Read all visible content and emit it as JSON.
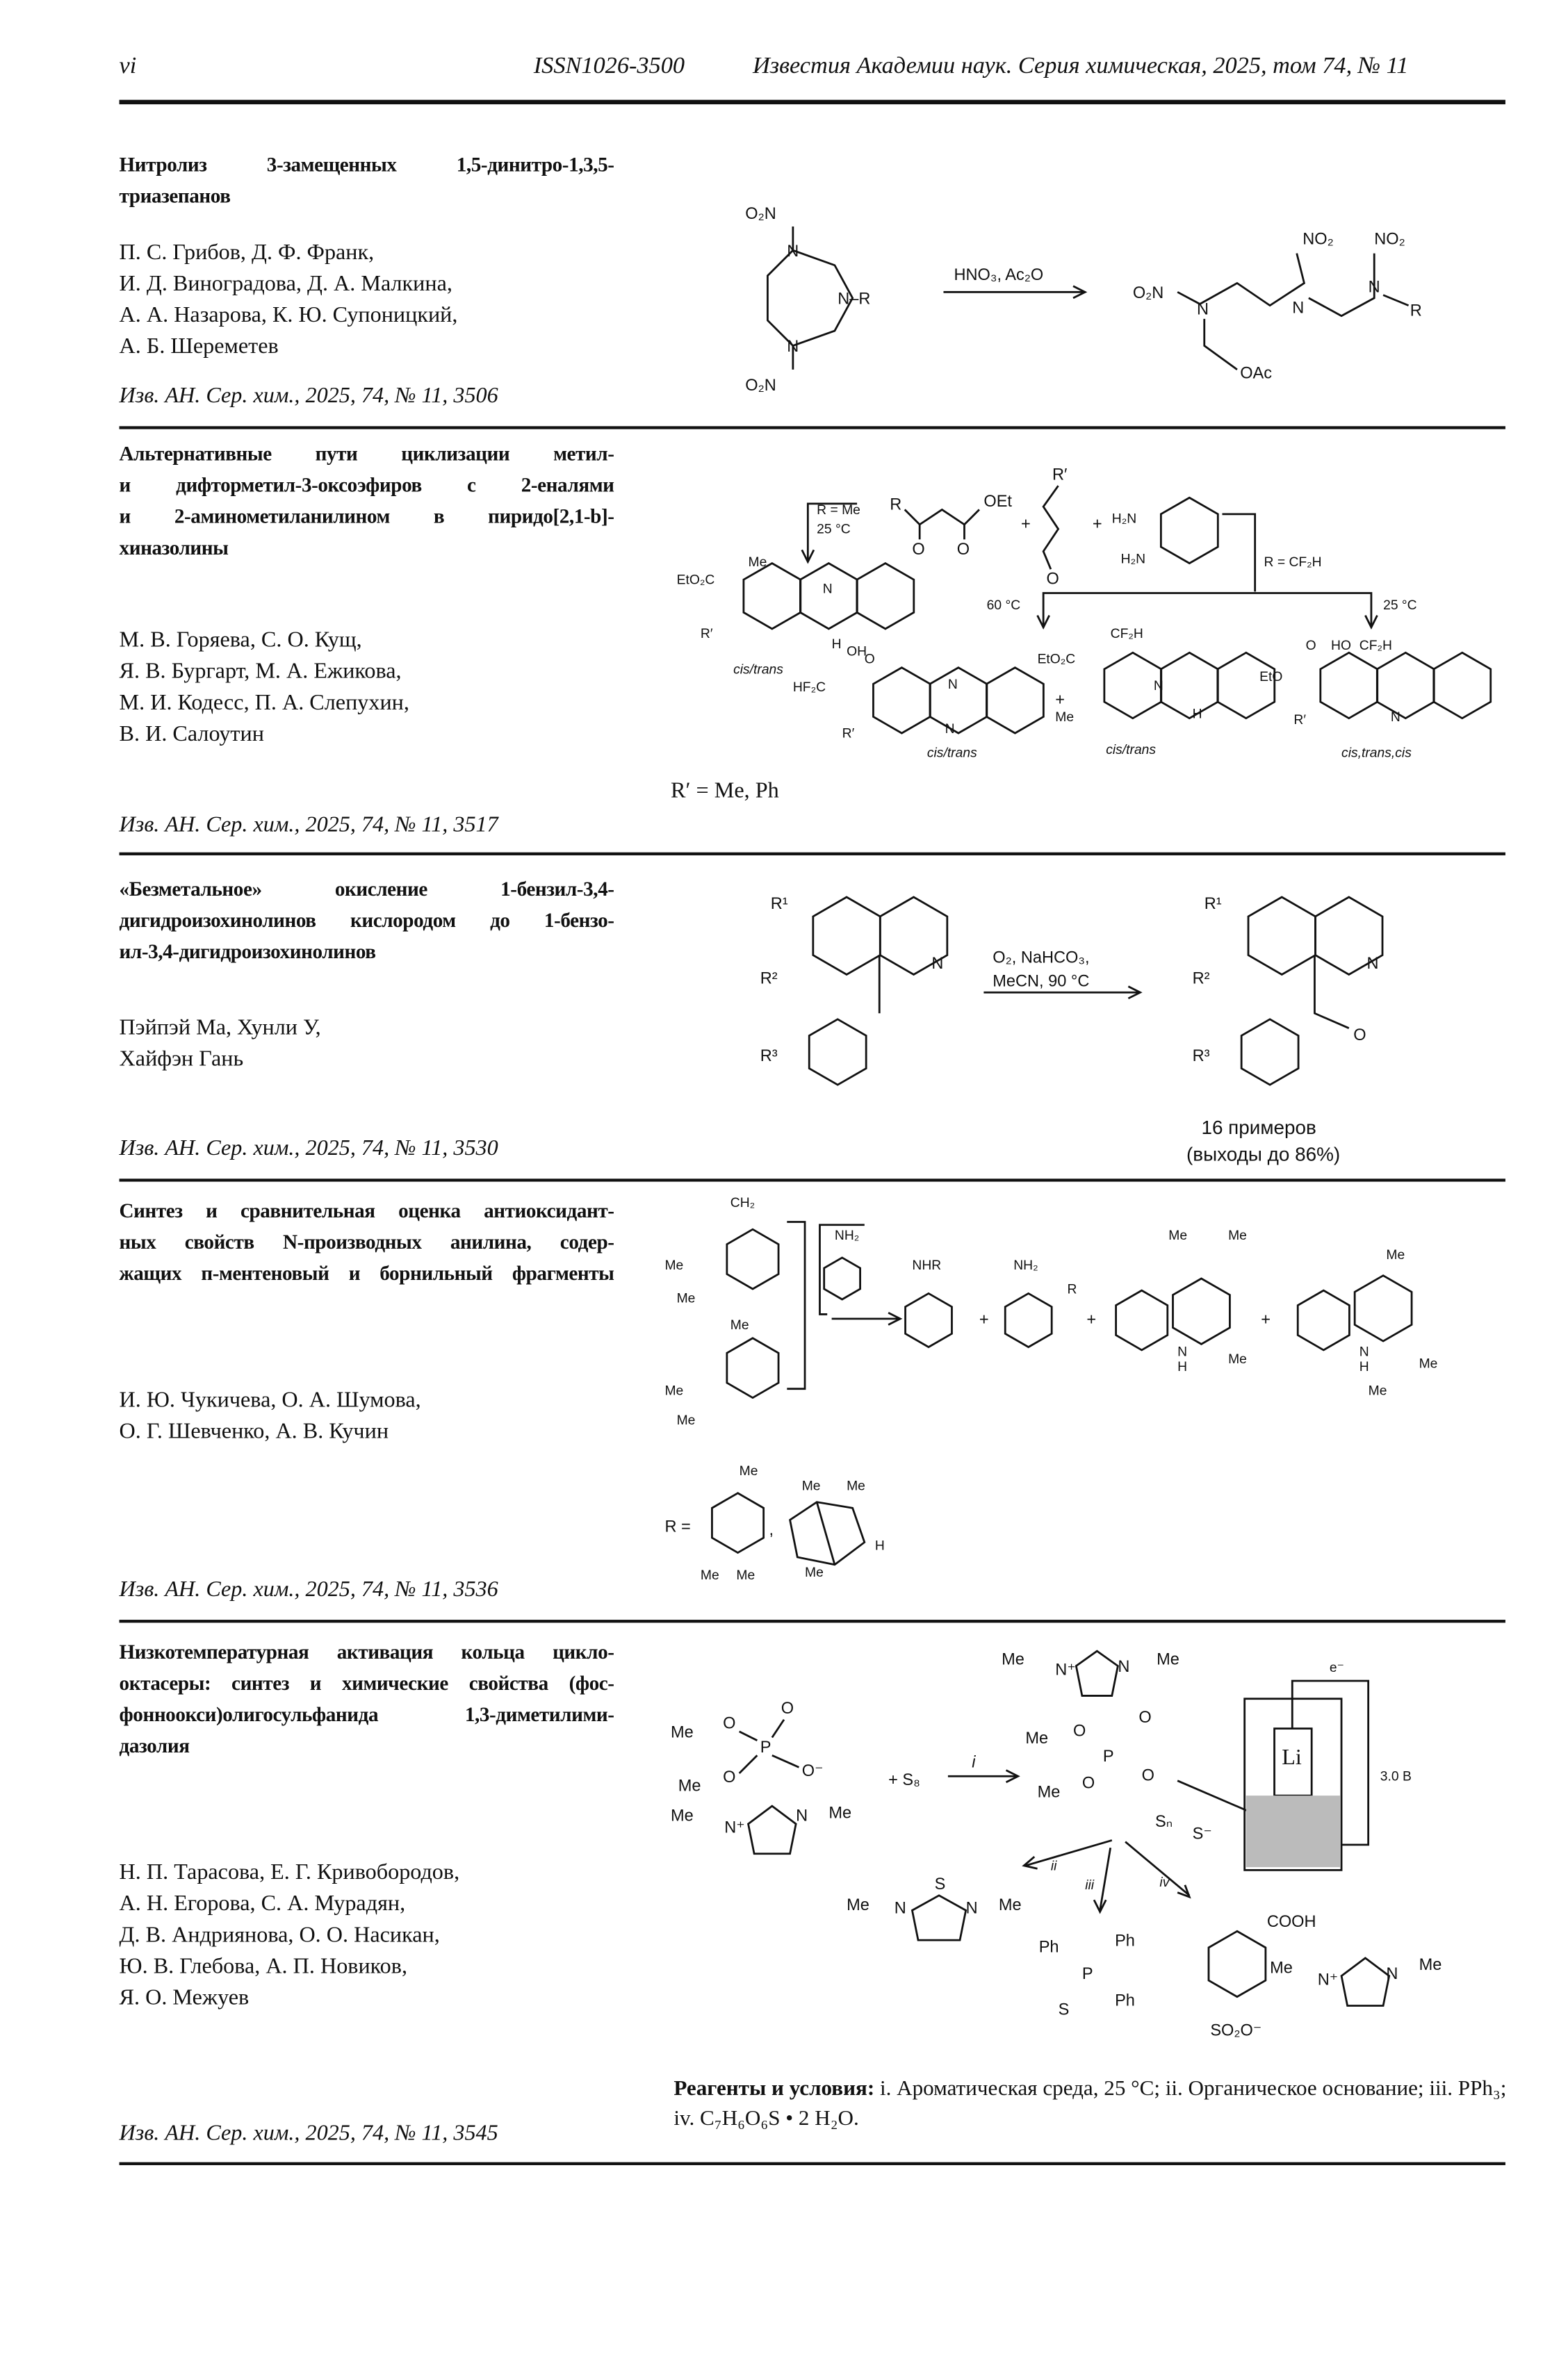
{
  "header": {
    "page": "vi",
    "issn": "ISSN1026-3500",
    "journal": "Известия Академии наук. Серия химическая, 2025, том 74, № 11"
  },
  "entries": [
    {
      "title_lines": [
        "Нитролиз 3-замещенных 1,5-динитро-1,3,5-",
        "триазепанов"
      ],
      "authors": [
        "П. С. Грибов, Д. Ф. Франк,",
        "И. Д. Виноградова, Д. А. Малкина,",
        "А. А. Назарова, К. Ю. Супоницкий,",
        "А. Б. Шереметев"
      ],
      "citation": "Изв. АН. Сер. хим., 2025, 74, № 11, 3506",
      "scheme": {
        "o2n": "O₂N",
        "n": "N",
        "nr": "N–R",
        "reagent": "HNO₃, Ac₂O",
        "no2": "NO₂",
        "r": "R",
        "oac": "OAc"
      }
    },
    {
      "title_lines": [
        "Альтернативные пути циклизации метил-",
        "и дифторметил-3-оксоэфиров с 2-еналями",
        "и 2-аминометиланилином в пиридо[2,1-b]-",
        "хиназолины"
      ],
      "authors": [
        "М. В. Горяева, С. О. Кущ,",
        "Я. В. Бургарт, М. А. Ежикова,",
        "М. И. Кодесс, П. А. Слепухин,",
        "В. И. Салоутин"
      ],
      "citation": "Изв. АН. Сер. хим., 2025, 74, № 11, 3517",
      "footnote": "R′ = Me, Ph",
      "scheme": {
        "r_me": "R = Me",
        "t25": "25 °C",
        "r": "R",
        "oet": "OEt",
        "o": "O",
        "plus": "+",
        "rp": "R′",
        "h2n": "H₂N",
        "r_cf2h": "R = CF₂H",
        "t60": "60 °C",
        "me": "Me",
        "eto2c": "EtO₂C",
        "n": "N",
        "h": "H",
        "cistrans": "cis/trans",
        "oh": "OH",
        "hf2c": "HF₂C",
        "cf2h": "CF₂H",
        "ho": "HO",
        "eto": "EtO",
        "cistranscis": "cis,trans,cis"
      }
    },
    {
      "title_lines": [
        "«Безметальное» окисление 1-бензил-3,4-",
        "дигидроизохинолинов кислородом до 1-бензо-",
        "ил-3,4-дигидроизохинолинов"
      ],
      "authors": [
        "Пэйпэй Ма, Хунли У,",
        "Хайфэн Гань"
      ],
      "citation": "Изв. АН. Сер. хим., 2025, 74, № 11, 3530",
      "scheme": {
        "r1": "R¹",
        "r2": "R²",
        "r3": "R³",
        "n": "N",
        "o": "O",
        "cond1": "O₂, NaHCO₃,",
        "cond2": "MeCN, 90 °C",
        "examples": "16 примеров",
        "yields": "(выходы до 86%)"
      }
    },
    {
      "title_lines": [
        "Синтез и сравнительная оценка антиоксидант-",
        "ных свойств N-производных анилина, содер-",
        "жащих п-ментеновый и борнильный фрагменты"
      ],
      "authors": [
        "И. Ю. Чукичева, О. А. Шумова,",
        "О. Г. Шевченко, А. В. Кучин"
      ],
      "citation": "Изв. АН. Сер. хим., 2025, 74, № 11, 3536",
      "scheme": {
        "ch2": "CH₂",
        "me": "Me",
        "nh2": "NH₂",
        "nhr": "NHR",
        "r": "R",
        "plus": "+",
        "n": "N",
        "h": "H",
        "r_eq": "R =",
        "comma": ","
      }
    },
    {
      "title_lines": [
        "Низкотемпературная активация кольца цикло-",
        "октасеры: синтез и химические свойства (фос-",
        "фонноокси)олигосульфанида 1,3-диметилими-",
        "дазолия"
      ],
      "authors": [
        "Н. П. Тарасова, Е. Г. Кривобородов,",
        "А. Н. Егорова, С. А. Мурадян,",
        "Д. В. Андриянова, О. О. Насикан,",
        "Ю. В. Глебова, А. П. Новиков,",
        "Я. О. Межуев"
      ],
      "citation": "Изв. АН. Сер. хим., 2025, 74, № 11, 3545",
      "reagents_label": "Реагенты и условия:",
      "reagents_text": " i. Ароматическая среда, 25 °C; ii. Органическое основание; iii. PPh₃; iv. C₇H₆O₆S • 2 H₂O.",
      "scheme": {
        "me": "Me",
        "nplus": "N⁺",
        "n": "N",
        "o": "O",
        "ominus": "O⁻",
        "p": "P",
        "plus_s8": "+  S₈",
        "i": "i",
        "ii": "ii",
        "iii": "iii",
        "iv": "iv",
        "sn": "Sₙ",
        "sminus": "S⁻",
        "s": "S",
        "ph": "Ph",
        "cooh": "COOH",
        "so2o": "SO₂O⁻",
        "li": "Li",
        "e": "e⁻",
        "volt": "3.0 В"
      }
    }
  ]
}
